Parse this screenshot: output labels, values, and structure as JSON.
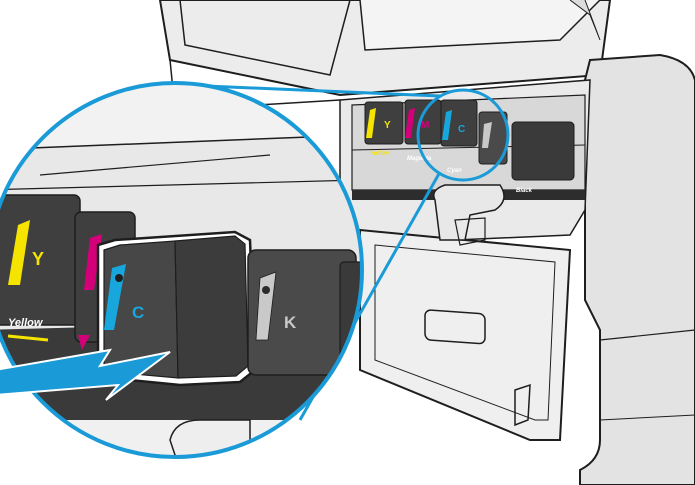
{
  "figure": {
    "callout": {
      "ink_labels": {
        "yellow_letter": "Y",
        "cyan_letter": "C",
        "black_letter": "K",
        "yellow_name": "Yellow"
      }
    },
    "printer": {
      "ink_labels": {
        "yellow_letter": "Y",
        "magenta_letter": "M",
        "cyan_letter": "C",
        "yellow_name": "Yellow",
        "magenta_name": "Magenta",
        "cyan_name": "Cyan",
        "black_name": "Black"
      }
    }
  },
  "colors": {
    "callout_ring": "#1a9bd7",
    "arrow": "#1a9bd7",
    "yellow": "#f5e400",
    "magenta": "#d4007a",
    "cyan": "#17a7dc",
    "cartridge_dark": "#3f3f3f",
    "printer_body": "#e6e6e6",
    "outline": "#1e1e1e"
  }
}
